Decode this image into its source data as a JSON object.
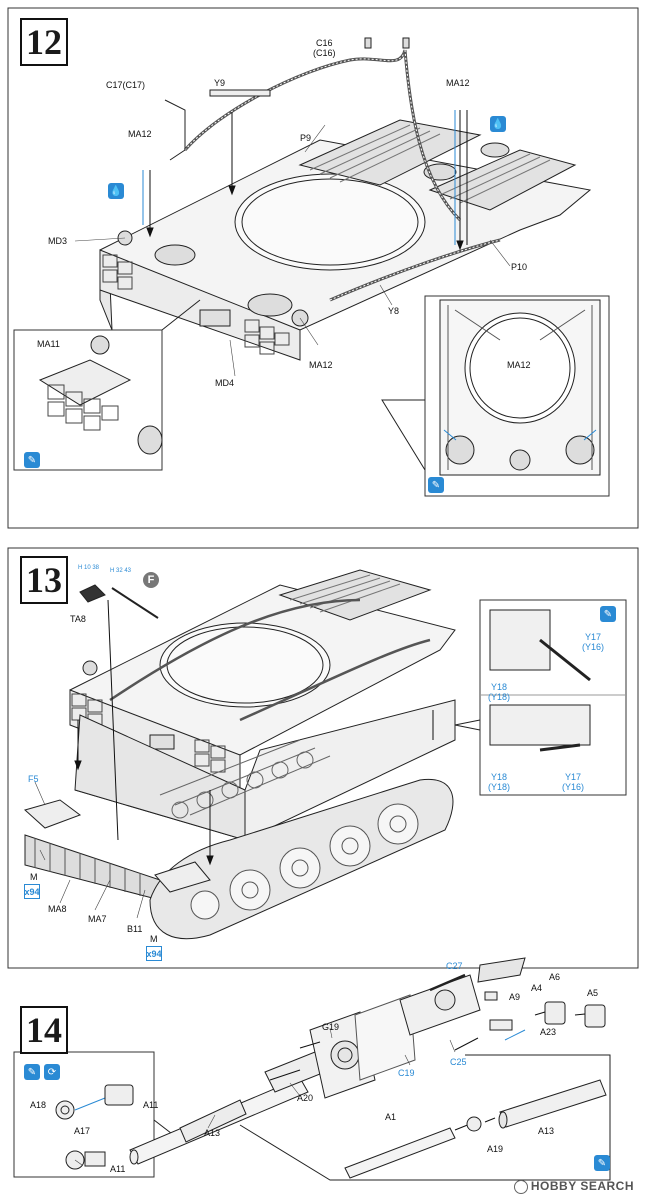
{
  "steps": [
    {
      "number": "12"
    },
    {
      "number": "13"
    },
    {
      "number": "14"
    }
  ],
  "step12": {
    "labels": {
      "c16": "C16\n(C16)",
      "c17": "C17(C17)",
      "y9": "Y9",
      "ma12_top_left": "MA12",
      "ma12_top_right": "MA12",
      "p9": "P9",
      "md3": "MD3",
      "p10": "P10",
      "y8": "Y8",
      "ma11": "MA11",
      "md4": "MD4",
      "ma12_bottom": "MA12",
      "ma12_callout": "MA12"
    }
  },
  "step13": {
    "labels": {
      "ta8": "TA8",
      "f5": "F5",
      "m_left": "M",
      "qty_left": "x94",
      "ma8": "MA8",
      "ma7": "MA7",
      "b11": "B11",
      "m_right": "M",
      "qty_right": "x94",
      "y17a": "Y17\n(Y16)",
      "y18a": "Y18\n(Y18)",
      "y18b": "Y18\n(Y18)",
      "y17b": "Y17\n(Y16)"
    },
    "ref_badge_1": "H 10 38",
    "ref_badge_2": "H 32 43",
    "flag": "F"
  },
  "step14": {
    "labels": {
      "c27": "C27",
      "a4": "A4",
      "a6": "A6",
      "a5": "A5",
      "a9": "A9",
      "g19": "G19",
      "a23": "A23",
      "c25": "C25",
      "c19": "C19",
      "a18": "A18",
      "a11_top": "A11",
      "a17": "A17",
      "a20": "A20",
      "a13_left": "A13",
      "a11_bottom": "A11",
      "a1": "A1",
      "a13_right": "A13",
      "a19": "A19"
    }
  },
  "watermark": "HOBBY SEARCH",
  "colors": {
    "accent": "#2a8ad4",
    "ink": "#1a1a1a"
  }
}
